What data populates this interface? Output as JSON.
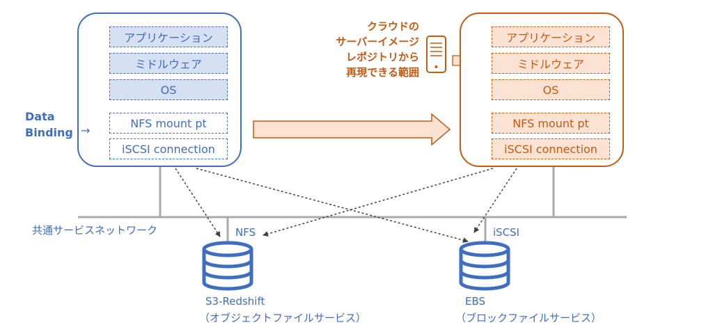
{
  "colors": {
    "blue": "#3f6dbf",
    "blue_fill": "#d6e0f3",
    "orange": "#c55a11",
    "orange_fill": "#fbe2d2",
    "network": "#a9a9a9",
    "text_dark": "#404040"
  },
  "source_server": {
    "layers": [
      "アプリケーション",
      "ミドルウェア",
      "OS"
    ],
    "bound_layers": [
      "NFS mount pt",
      "iSCSI connection"
    ]
  },
  "data_binding": {
    "label_line1": "Data",
    "label_line2": "Binding",
    "arrow": "→"
  },
  "target_server": {
    "layers": [
      "アプリケーション",
      "ミドルウェア",
      "OS"
    ],
    "bound_layers": [
      "NFS mount pt",
      "iSCSI connection"
    ]
  },
  "cloud_note": {
    "lines": [
      "クラウドの",
      "サーバーイメージ",
      "レポジトリから",
      "再現できる範囲"
    ],
    "icon": "server-repository-icon"
  },
  "network": {
    "label": "共通サービスネットワーク"
  },
  "storage": [
    {
      "protocol": "NFS",
      "name": "S3-Redshift",
      "desc": "（オブジェクトファイルサービス）",
      "icon": "database-icon"
    },
    {
      "protocol": "iSCSI",
      "name": "EBS",
      "desc": "（ブロックファイルサービス）",
      "icon": "database-icon"
    }
  ]
}
